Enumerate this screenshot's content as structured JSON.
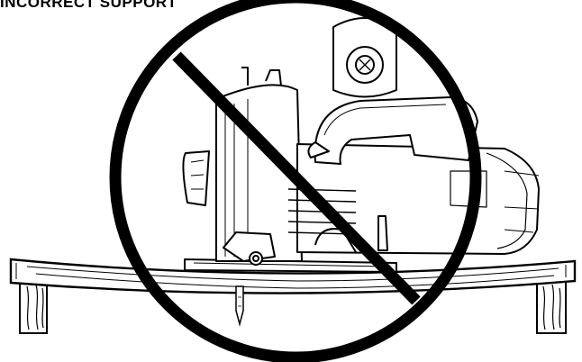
{
  "heading": {
    "text": "INCORRECT SUPPORT"
  },
  "illustration": {
    "subject": "circular-saw-on-board-between-supports",
    "prohibition_symbol": "no-sign",
    "line_color": "#000000",
    "background_color": "#ffffff"
  }
}
